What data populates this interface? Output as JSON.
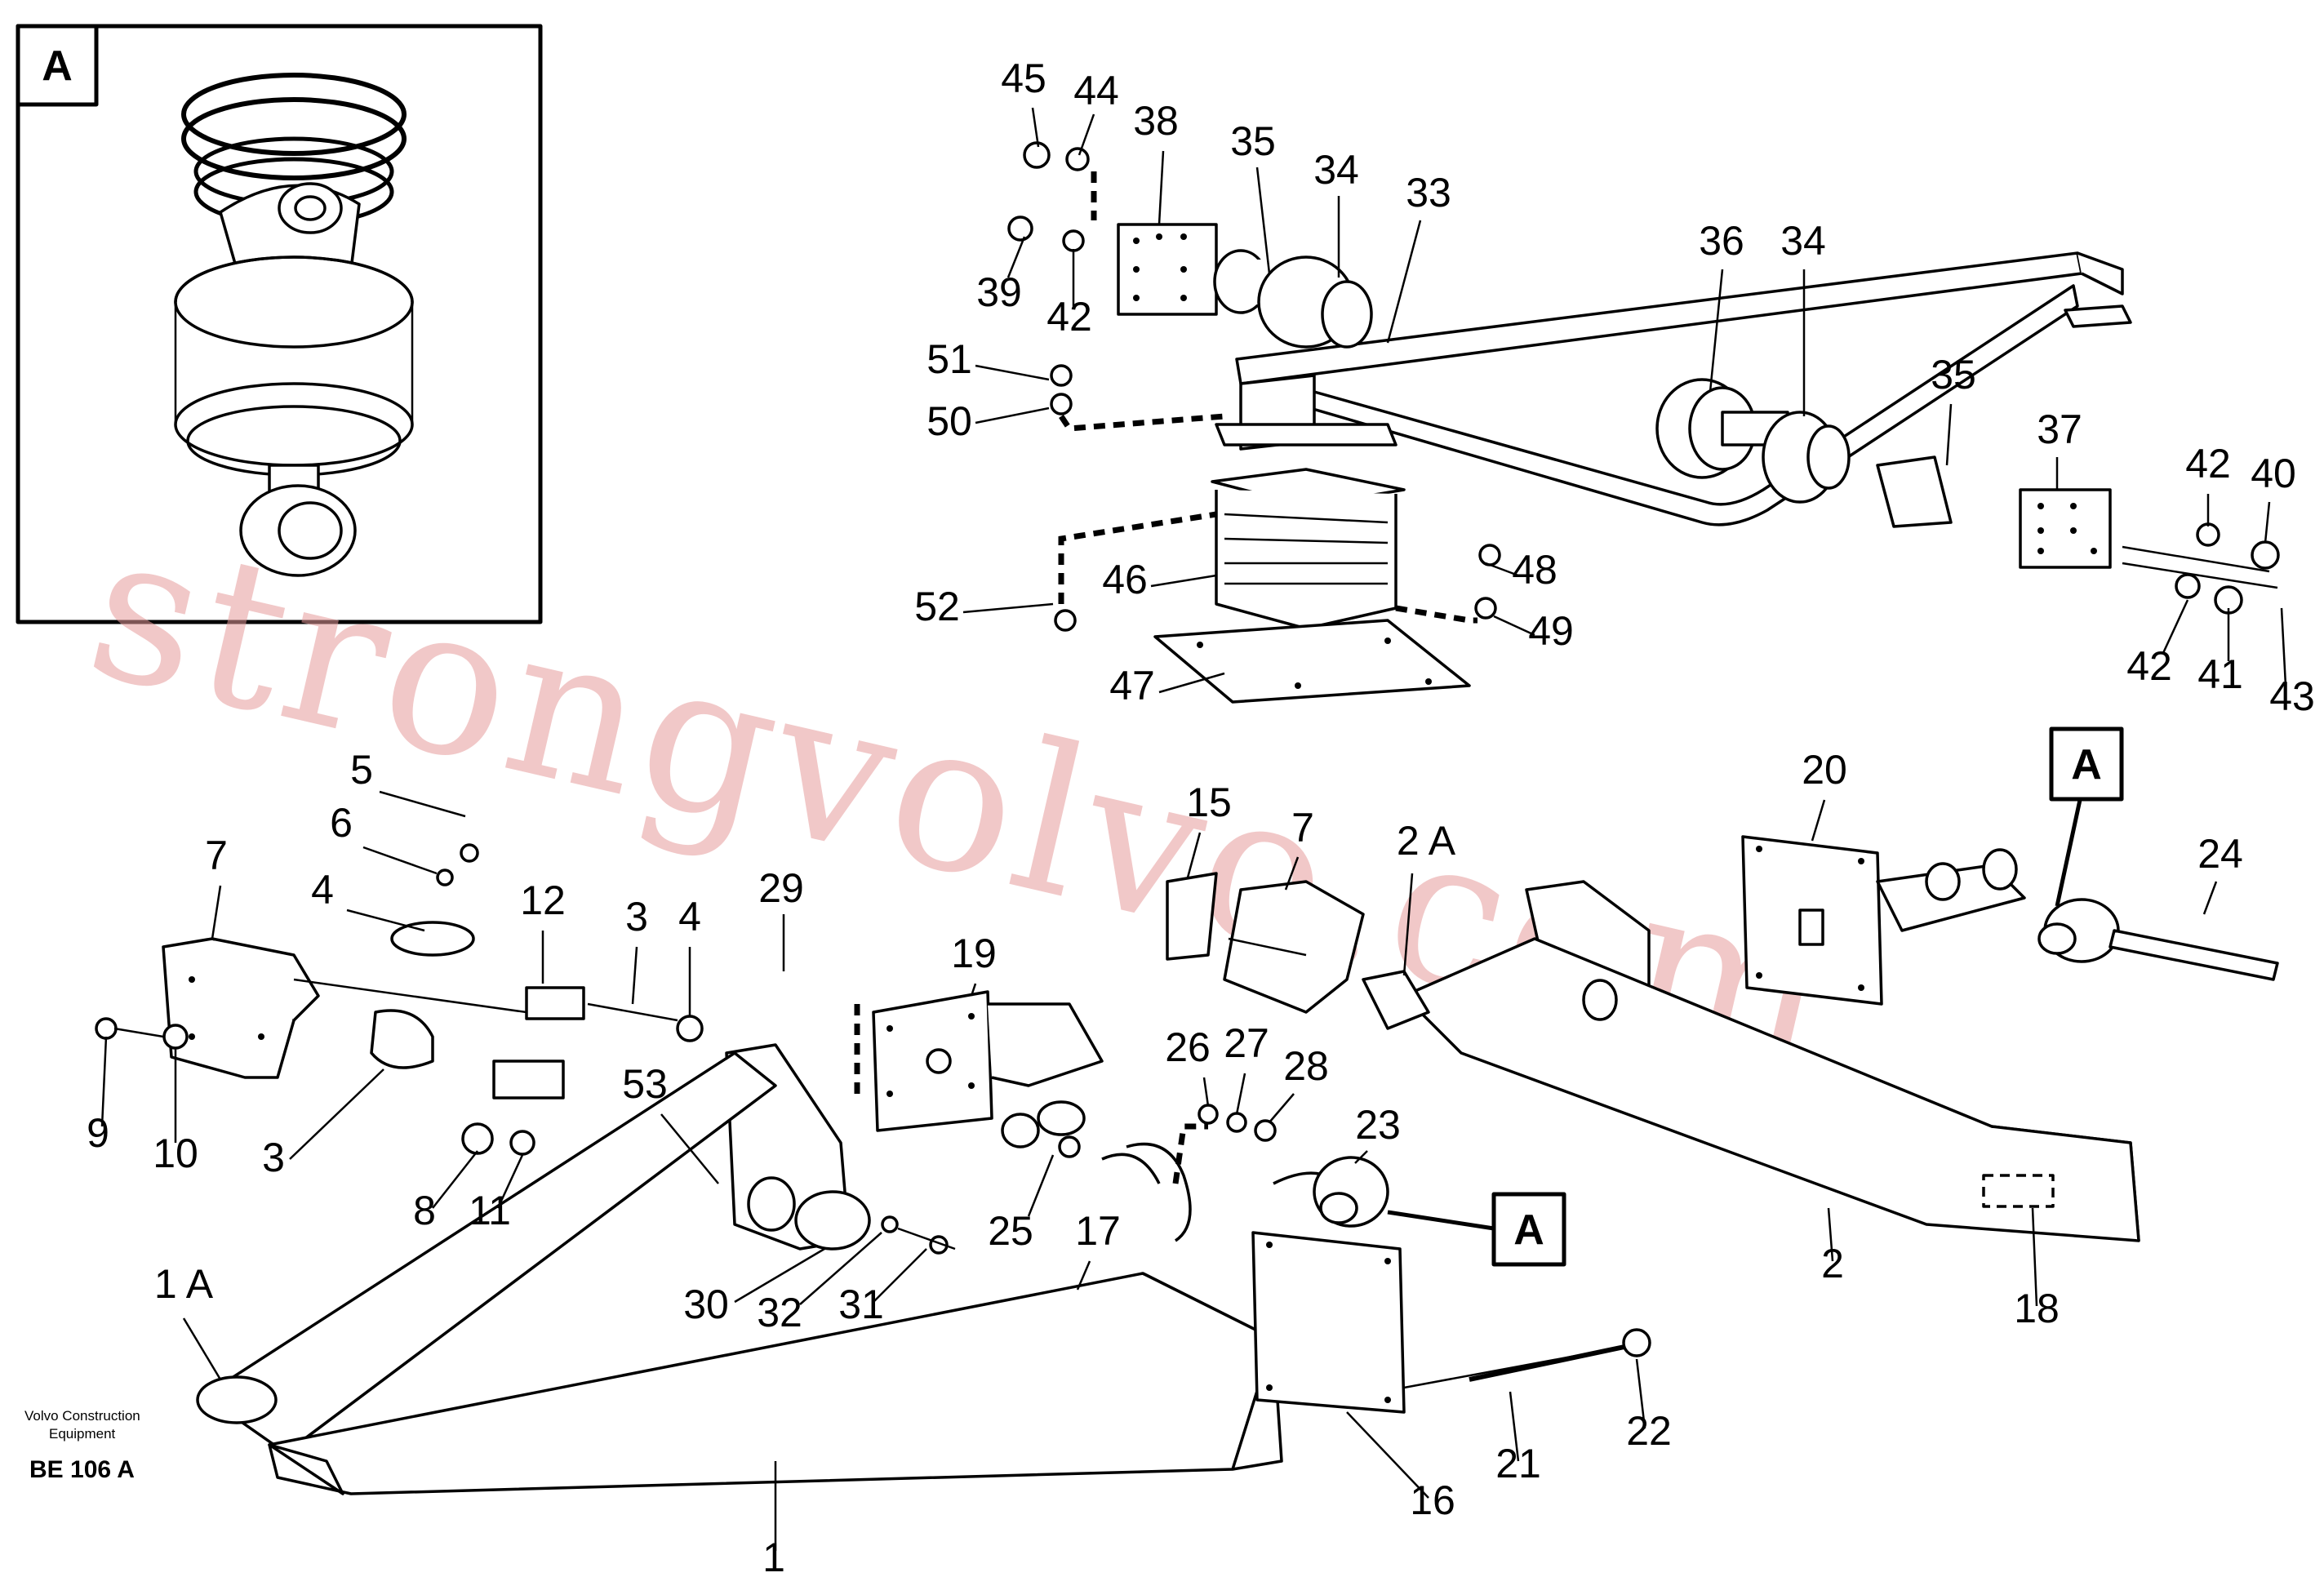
{
  "diagram": {
    "detail_labels": [
      "A",
      "A",
      "A"
    ],
    "part_labels": [
      "45",
      "44",
      "38",
      "35",
      "34",
      "33",
      "39",
      "42",
      "51",
      "50",
      "36",
      "34",
      "35",
      "37",
      "42",
      "40",
      "52",
      "46",
      "48",
      "49",
      "47",
      "42",
      "41",
      "43",
      "5",
      "6",
      "4",
      "7",
      "12",
      "3",
      "4",
      "29",
      "9",
      "10",
      "3",
      "8",
      "11",
      "53",
      "15",
      "7",
      "19",
      "2 A",
      "26",
      "27",
      "28",
      "23",
      "25",
      "17",
      "30",
      "32",
      "31",
      "1 A",
      "20",
      "24",
      "2",
      "18",
      "16",
      "21",
      "22",
      "1"
    ],
    "watermark": "strongvolvo.com",
    "footer": {
      "brand": "Volvo Construction",
      "brand2": "Equipment",
      "code": "BE 106 A"
    }
  }
}
